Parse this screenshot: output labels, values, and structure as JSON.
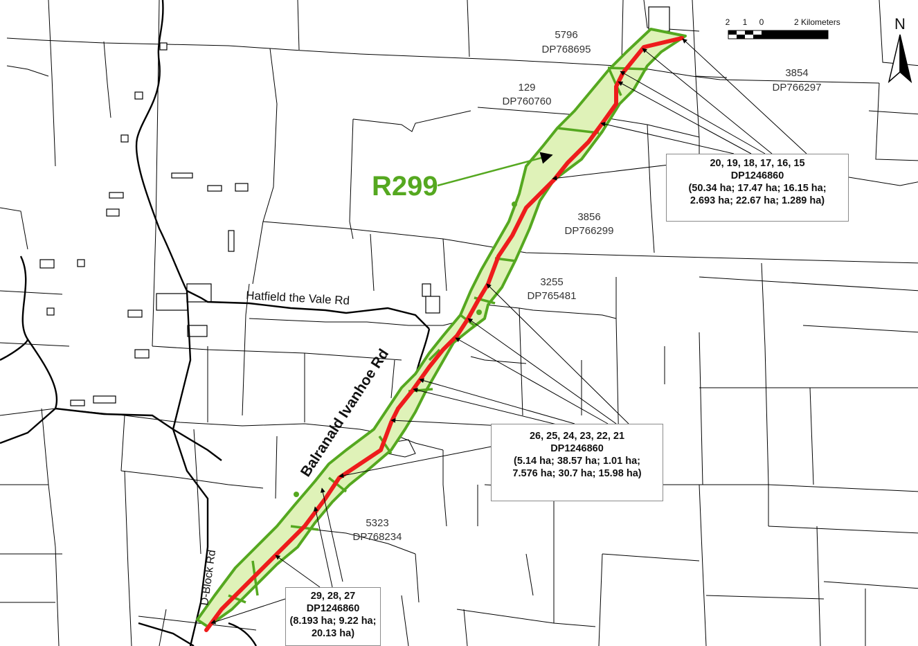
{
  "map": {
    "route_label": "R299",
    "colors": {
      "route": "#ee1c1c",
      "corridor_fill": "#dff2b8",
      "corridor_outline": "#55a820",
      "parcel_lines": "#000000",
      "label_text": "#333333"
    },
    "lots": [
      {
        "lot": "5796",
        "dp": "DP768695"
      },
      {
        "lot": "129",
        "dp": "DP760760"
      },
      {
        "lot": "3854",
        "dp": "DP766297"
      },
      {
        "lot": "3856",
        "dp": "DP766299"
      },
      {
        "lot": "3255",
        "dp": "DP765481"
      },
      {
        "lot": "5323",
        "dp": "DP768234"
      }
    ],
    "roads": {
      "hatfield": "Hatfield the Vale Rd",
      "balranald": "Balranald Ivanhoe Rd",
      "dblock": "D-Block Rd"
    },
    "callouts": [
      {
        "lots": "20, 19, 18, 17, 16, 15",
        "dp": "DP1246860",
        "areas_1": "(50.34 ha; 17.47 ha; 16.15 ha;",
        "areas_2": "2.693 ha; 22.67 ha; 1.289 ha)",
        "areas_3": ""
      },
      {
        "lots": "26, 25, 24, 23, 22, 21",
        "dp": "DP1246860",
        "areas_1": "(5.14 ha; 38.57 ha; 1.01 ha;",
        "areas_2": "7.576 ha; 30.7 ha; 15.98 ha)",
        "areas_3": ""
      },
      {
        "lots": "29, 28, 27",
        "dp": "DP1246860",
        "areas_1": "(8.193 ha; 9.22 ha;",
        "areas_2": "20.13 ha)",
        "areas_3": ""
      }
    ],
    "scale_bar": {
      "ticks": [
        "2",
        "1",
        "0"
      ],
      "unit_label": "2 Kilometers"
    },
    "north_label": "N"
  }
}
